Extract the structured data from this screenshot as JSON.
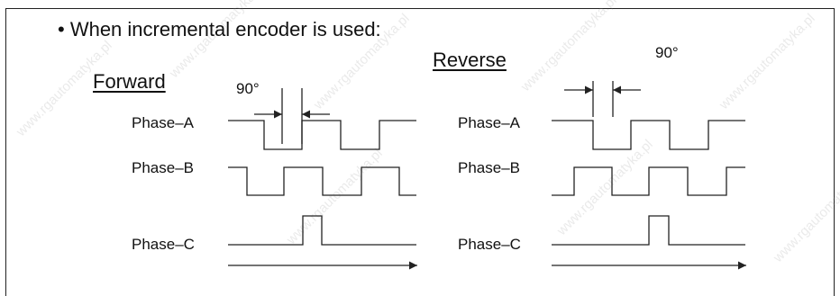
{
  "heading": "• When incremental encoder is used:",
  "forward": {
    "title": "Forward",
    "angle": "90°",
    "phases": [
      "Phase–A",
      "Phase–B",
      "Phase–C"
    ]
  },
  "reverse": {
    "title": "Reverse",
    "angle": "90°",
    "phases": [
      "Phase–A",
      "Phase–B",
      "Phase–C"
    ]
  },
  "watermark": "www.rgautomatyka.pl",
  "colors": {
    "line": "#222222",
    "text": "#111111",
    "watermark": "#8c8c8c"
  }
}
